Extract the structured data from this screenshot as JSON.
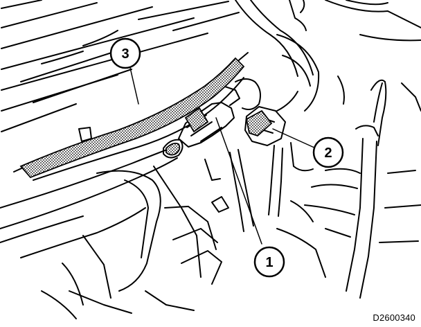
{
  "figure": {
    "figure_id": "D2600340",
    "callouts": [
      {
        "id": "callout-1",
        "label": "1"
      },
      {
        "id": "callout-2",
        "label": "2"
      },
      {
        "id": "callout-3",
        "label": "3"
      }
    ]
  }
}
